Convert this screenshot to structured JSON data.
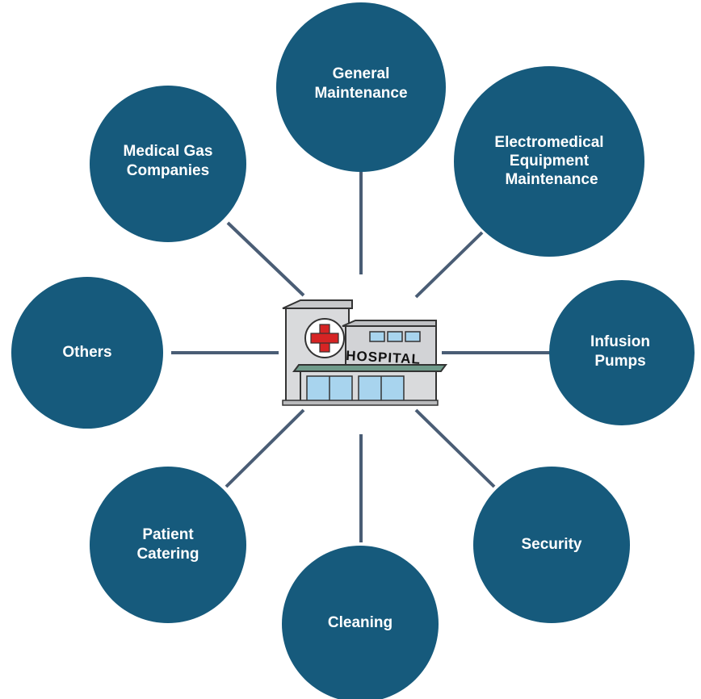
{
  "diagram": {
    "center": {
      "icon": "hospital-building-icon",
      "sign_text": "HOSPITAL"
    },
    "nodes": [
      {
        "id": "general-maintenance",
        "lines": [
          "General",
          "Maintenance"
        ]
      },
      {
        "id": "electromedical-equipment-maintenance",
        "lines": [
          "Electromedical",
          "Equipment",
          "Maintenance"
        ]
      },
      {
        "id": "infusion-pumps",
        "lines": [
          "Infusion",
          "Pumps"
        ]
      },
      {
        "id": "security",
        "lines": [
          "Security"
        ]
      },
      {
        "id": "cleaning",
        "lines": [
          "Cleaning"
        ]
      },
      {
        "id": "patient-catering",
        "lines": [
          "Patient",
          "Catering"
        ]
      },
      {
        "id": "others",
        "lines": [
          "Others"
        ]
      },
      {
        "id": "medical-gas-companies",
        "lines": [
          "Medical Gas",
          "Companies"
        ]
      }
    ],
    "colors": {
      "node_fill": "#165a7c",
      "node_text": "#ffffff",
      "connector": "#4a5d75",
      "cross": "#d62424"
    }
  }
}
